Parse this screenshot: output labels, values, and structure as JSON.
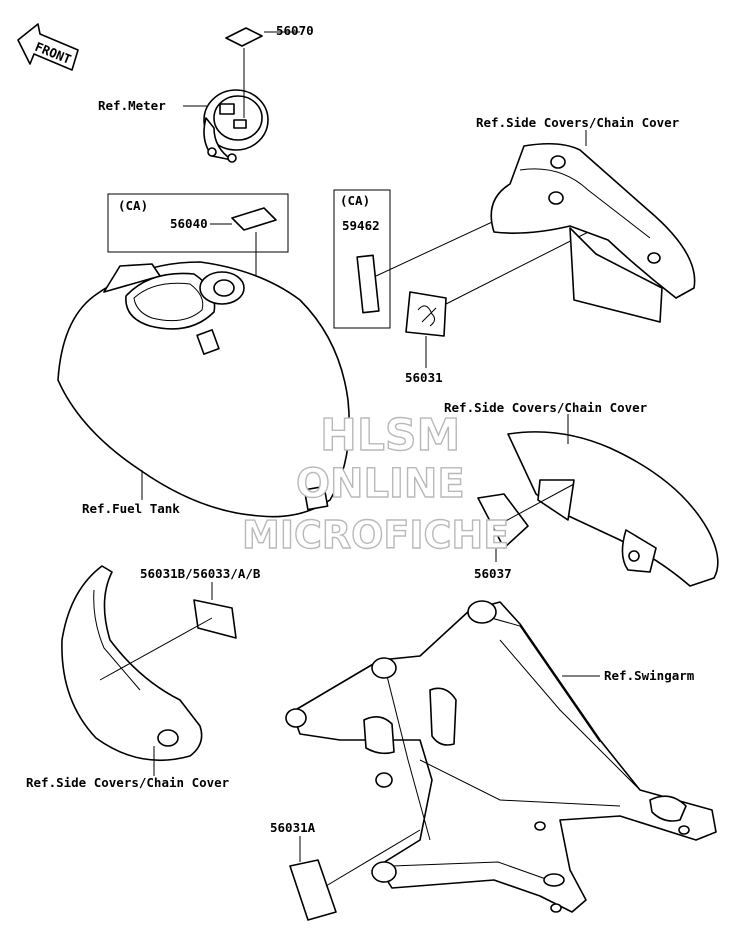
{
  "direction_marker": {
    "text": "FRONT"
  },
  "watermark": {
    "line1": "HLSM",
    "line2": "ONLINE",
    "line3": "MICROFICHE"
  },
  "labels": {
    "p56070": "56070",
    "ref_meter": "Ref.Meter",
    "ca_left": "(CA)",
    "p56040": "56040",
    "ca_right": "(CA)",
    "p59462": "59462",
    "ref_side_covers_top": "Ref.Side Covers/Chain Cover",
    "p56031": "56031",
    "ref_side_covers_mid": "Ref.Side Covers/Chain Cover",
    "p56037": "56037",
    "ref_fuel_tank": "Ref.Fuel Tank",
    "p56031b": "56031B/56033/A/B",
    "ref_swingarm": "Ref.Swingarm",
    "ref_side_covers_bottom": "Ref.Side Covers/Chain Cover",
    "p56031a": "56031A"
  }
}
